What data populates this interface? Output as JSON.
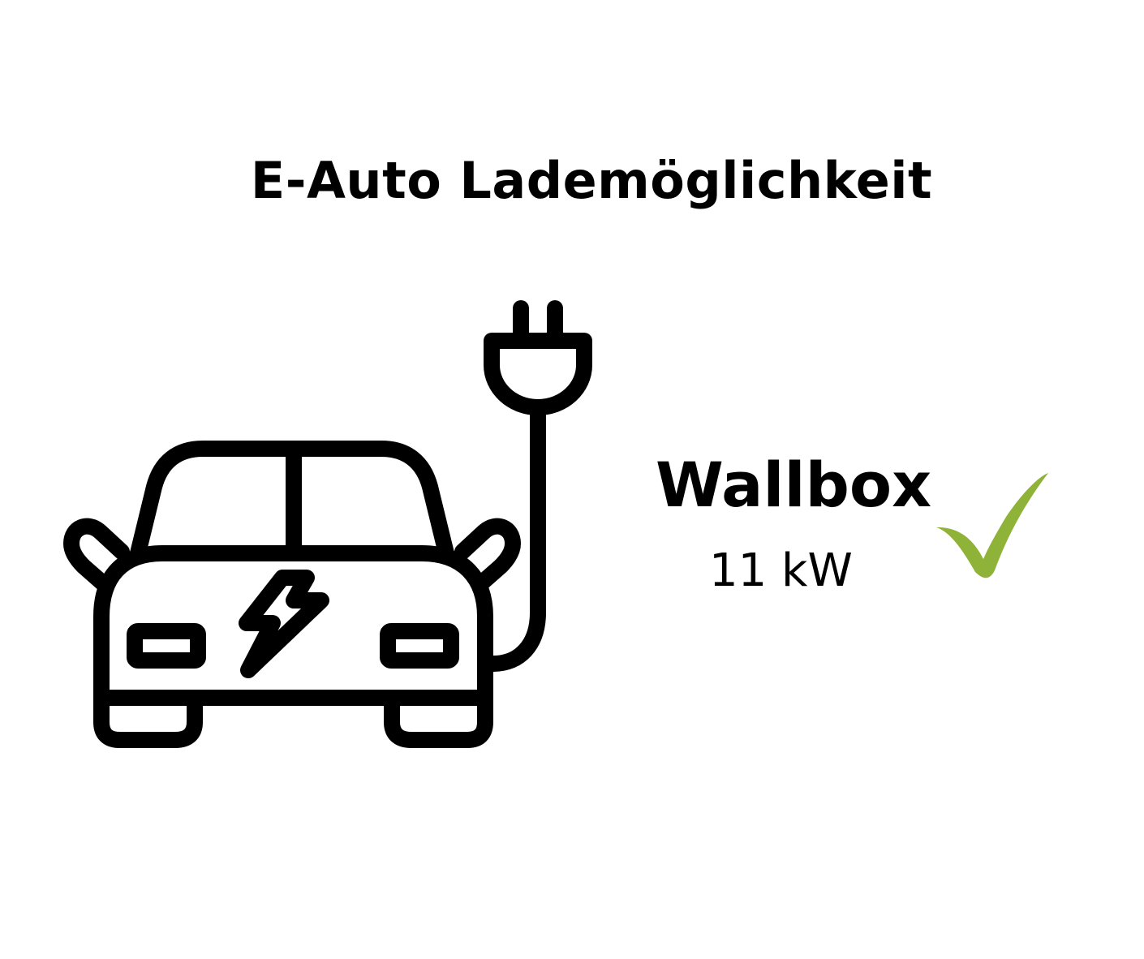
{
  "title": "E-Auto Lademöglichkeit",
  "charging": {
    "type_label": "Wallbox",
    "power_label": "11 kW",
    "available": true
  },
  "icons": {
    "vehicle": "electric-car-plug-icon",
    "status": "checkmark-icon"
  },
  "colors": {
    "text": "#000000",
    "icon_stroke": "#000000",
    "check": "#8fb339",
    "background": "#ffffff"
  }
}
